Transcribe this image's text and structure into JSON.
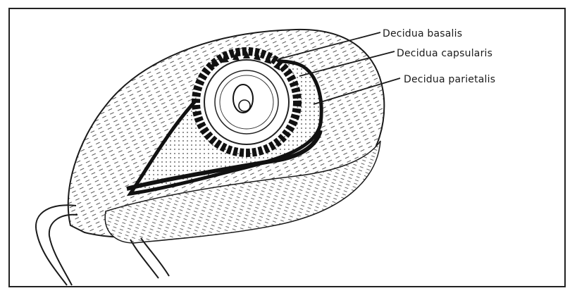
{
  "labels": {
    "basalis": "Decidua basalis",
    "capsularis": "Decidua capsularis",
    "parietalis": "Decidua parietalis"
  },
  "colors": {
    "ink": "#1a1a1a",
    "background": "#ffffff"
  }
}
